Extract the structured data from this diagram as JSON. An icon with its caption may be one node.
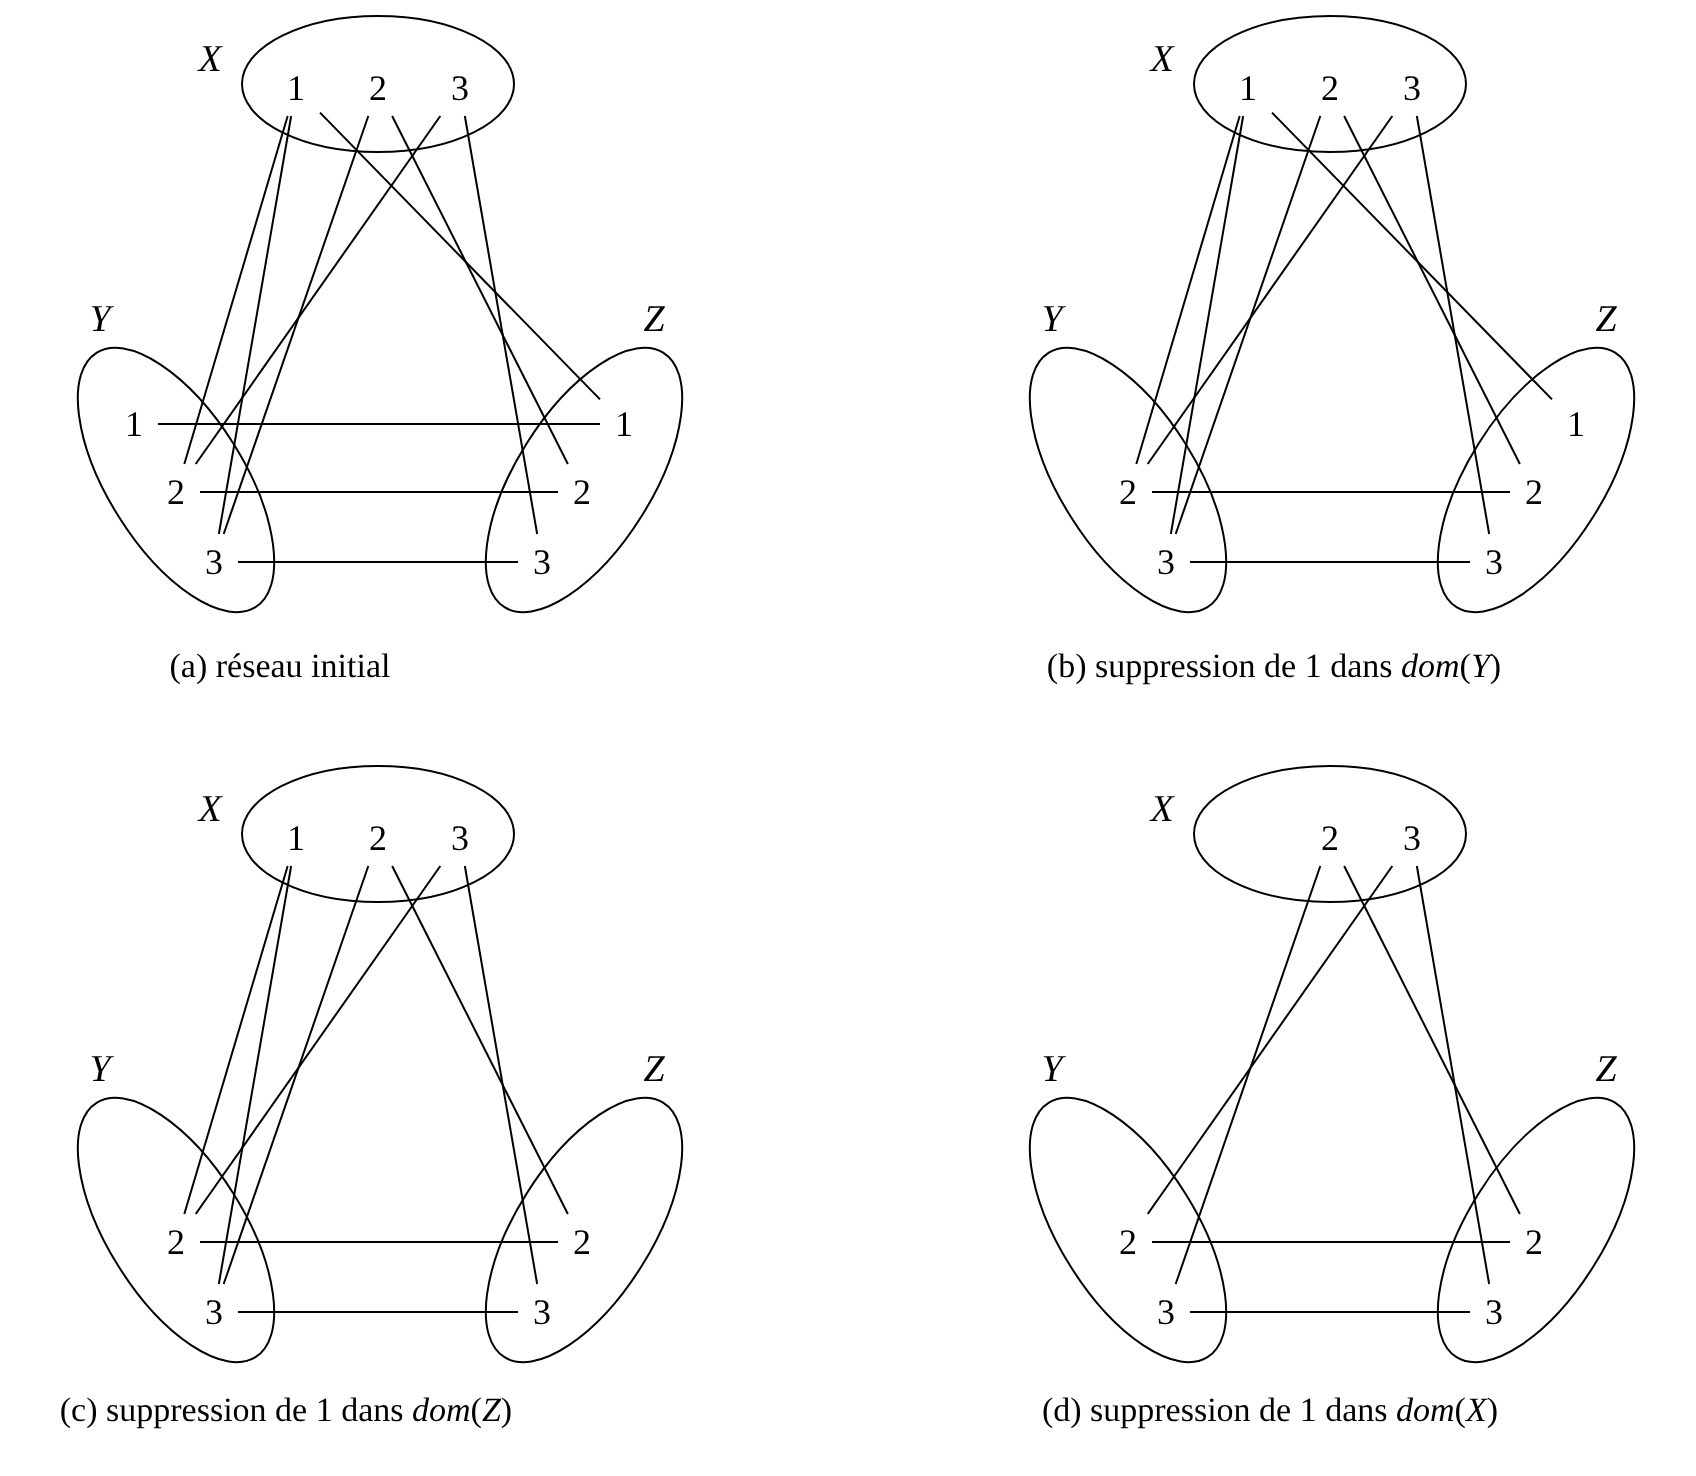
{
  "diagram": {
    "nodes": [
      {
        "text": [
          "X"
        ]
      },
      {
        "text": [
          "1"
        ],
        "in": 0
      },
      {
        "text": [
          "2"
        ],
        "in": 0
      },
      {
        "text": [
          "3"
        ],
        "in": 0
      },
      {
        "text": [
          "Y"
        ]
      },
      {
        "text": [
          "1"
        ],
        "in": 4
      },
      {
        "text": [
          "2"
        ],
        "in": 4
      },
      {
        "text": [
          "3"
        ],
        "in": 4
      },
      {
        "text": [
          "Z"
        ]
      },
      {
        "text": [
          "1"
        ],
        "in": 8
      },
      {
        "text": [
          "2"
        ],
        "in": 8
      },
      {
        "text": [
          "3"
        ],
        "in": 8
      },
      {
        "text": [
          "X"
        ]
      },
      {
        "text": [
          "1"
        ],
        "in": 12
      },
      {
        "text": [
          "2"
        ],
        "in": 12
      },
      {
        "text": [
          "3"
        ],
        "in": 12
      },
      {
        "text": [
          "Y"
        ]
      },
      {
        "text": [
          "2"
        ],
        "in": 16
      },
      {
        "text": [
          "3"
        ],
        "in": 16
      },
      {
        "text": [
          "Z"
        ]
      },
      {
        "text": [
          "1"
        ],
        "in": 19
      },
      {
        "text": [
          "2"
        ],
        "in": 19
      },
      {
        "text": [
          "3"
        ],
        "in": 19
      },
      {
        "text": [
          "X"
        ]
      },
      {
        "text": [
          "1"
        ],
        "in": 23
      },
      {
        "text": [
          "2"
        ],
        "in": 23
      },
      {
        "text": [
          "3"
        ],
        "in": 23
      },
      {
        "text": [
          "Y"
        ]
      },
      {
        "text": [
          "2"
        ],
        "in": 27
      },
      {
        "text": [
          "3"
        ],
        "in": 27
      },
      {
        "text": [
          "Z"
        ]
      },
      {
        "text": [
          "2"
        ],
        "in": 30
      },
      {
        "text": [
          "3"
        ],
        "in": 30
      },
      {
        "text": [
          "X"
        ]
      },
      {
        "text": [
          "2"
        ],
        "in": 33
      },
      {
        "text": [
          "3"
        ],
        "in": 33
      },
      {
        "text": [
          "Y"
        ]
      },
      {
        "text": [
          "2"
        ],
        "in": 36
      },
      {
        "text": [
          "3"
        ],
        "in": 36
      },
      {
        "text": [
          "Z"
        ]
      },
      {
        "text": [
          "2"
        ],
        "in": 39
      },
      {
        "text": [
          "3"
        ],
        "in": 39
      }
    ],
    "edges": [
      {
        "from": 1,
        "to": 6,
        "arrow": "none"
      },
      {
        "from": 1,
        "to": 7,
        "arrow": "none"
      },
      {
        "from": 1,
        "to": 9,
        "arrow": "none"
      },
      {
        "from": 2,
        "to": 7,
        "arrow": "none"
      },
      {
        "from": 2,
        "to": 10,
        "arrow": "none"
      },
      {
        "from": 3,
        "to": 6,
        "arrow": "none"
      },
      {
        "from": 3,
        "to": 11,
        "arrow": "none"
      },
      {
        "from": 5,
        "to": 9,
        "arrow": "none"
      },
      {
        "from": 6,
        "to": 10,
        "arrow": "none"
      },
      {
        "from": 7,
        "to": 11,
        "arrow": "none"
      },
      {
        "from": 13,
        "to": 17,
        "arrow": "none"
      },
      {
        "from": 13,
        "to": 18,
        "arrow": "none"
      },
      {
        "from": 13,
        "to": 20,
        "arrow": "none"
      },
      {
        "from": 14,
        "to": 18,
        "arrow": "none"
      },
      {
        "from": 14,
        "to": 21,
        "arrow": "none"
      },
      {
        "from": 15,
        "to": 17,
        "arrow": "none"
      },
      {
        "from": 15,
        "to": 22,
        "arrow": "none"
      },
      {
        "from": 17,
        "to": 21,
        "arrow": "none"
      },
      {
        "from": 18,
        "to": 22,
        "arrow": "none"
      },
      {
        "from": 24,
        "to": 28,
        "arrow": "none"
      },
      {
        "from": 24,
        "to": 29,
        "arrow": "none"
      },
      {
        "from": 25,
        "to": 29,
        "arrow": "none"
      },
      {
        "from": 25,
        "to": 31,
        "arrow": "none"
      },
      {
        "from": 26,
        "to": 28,
        "arrow": "none"
      },
      {
        "from": 26,
        "to": 32,
        "arrow": "none"
      },
      {
        "from": 28,
        "to": 31,
        "arrow": "none"
      },
      {
        "from": 29,
        "to": 32,
        "arrow": "none"
      },
      {
        "from": 34,
        "to": 38,
        "arrow": "none"
      },
      {
        "from": 34,
        "to": 40,
        "arrow": "none"
      },
      {
        "from": 35,
        "to": 37,
        "arrow": "none"
      },
      {
        "from": 35,
        "to": 41,
        "arrow": "none"
      },
      {
        "from": 37,
        "to": 40,
        "arrow": "none"
      },
      {
        "from": 38,
        "to": 41,
        "arrow": "none"
      }
    ],
    "labels": [
      "(a) réseau initial",
      "(b) suppression de 1 dans *dom*(*Y*)",
      "(c) suppression de 1 dans *dom*(*Z*)",
      "(d) suppression de 1 dans *dom*(*X*)"
    ]
  }
}
